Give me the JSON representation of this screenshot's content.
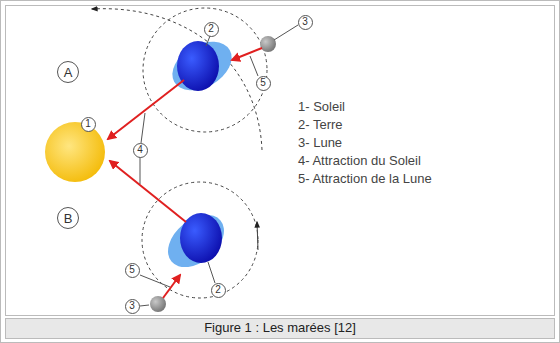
{
  "diagram": {
    "caption": "Figure 1 : Les marées [12]",
    "nodes": [
      {
        "text": [
          "3"
        ]
      },
      {
        "text": [
          "2"
        ]
      },
      {
        "text": [
          "A"
        ]
      },
      {
        "text": [
          "5"
        ]
      },
      {
        "text": [
          "1"
        ]
      },
      {
        "text": [
          "4"
        ]
      },
      {
        "text": [
          "B"
        ]
      },
      {
        "text": [
          "5"
        ]
      },
      {
        "text": [
          "2"
        ]
      },
      {
        "text": [
          "3"
        ]
      }
    ],
    "labels": [
      "1- Soleil",
      "2- Terre",
      "3- Lune",
      "4- Attraction du Soleil",
      "5- Attraction de la Lune"
    ]
  }
}
